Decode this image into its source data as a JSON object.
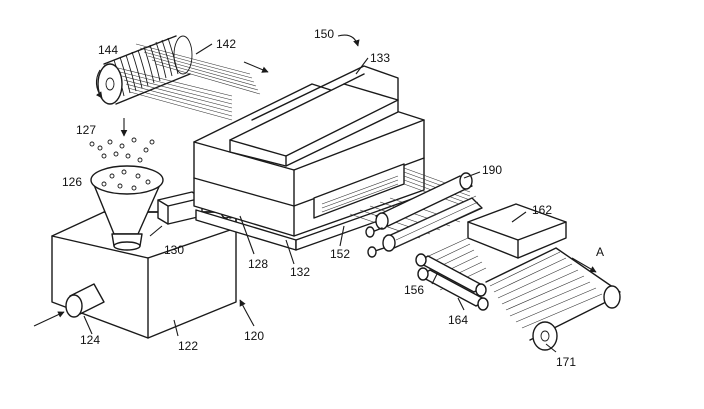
{
  "labels": {
    "l144": "144",
    "l142": "142",
    "l150": "150",
    "l133": "133",
    "l127": "127",
    "l126": "126",
    "l190": "190",
    "l162": "162",
    "l130": "130",
    "l128": "128",
    "l132": "132",
    "l152": "152",
    "lA": "A",
    "l156": "156",
    "l164": "164",
    "l124": "124",
    "l122": "122",
    "l120": "120",
    "l171": "171"
  },
  "colors": {
    "ink": "#1a1a1a",
    "paper": "#ffffff"
  }
}
